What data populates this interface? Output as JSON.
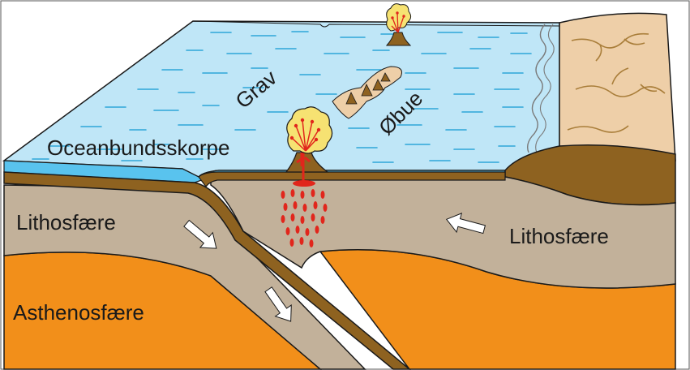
{
  "labels": {
    "trench": "Grav",
    "island_arc": "Øbue",
    "oceanic_crust": "Oceanbundsskorpe",
    "lithosphere_left": "Lithosfære",
    "lithosphere_right": "Lithosfære",
    "asthenosphere": "Asthenosfære"
  },
  "colors": {
    "ocean": "#bfe6f7",
    "ocean_edge": "#59c3ee",
    "lithosphere": "#c2b19a",
    "crust": "#8e6220",
    "asthenosphere": "#f28f1a",
    "continent": "#eecfa8",
    "magma": "#e1261c",
    "volcano_glow": "#f6e272",
    "outline": "#1a1a1a",
    "arrow_fill": "#ffffff"
  },
  "icons": {
    "volcano": "volcano-icon",
    "magma_drops": "magma-drop-icon",
    "plate_motion": "arrow-icon"
  }
}
